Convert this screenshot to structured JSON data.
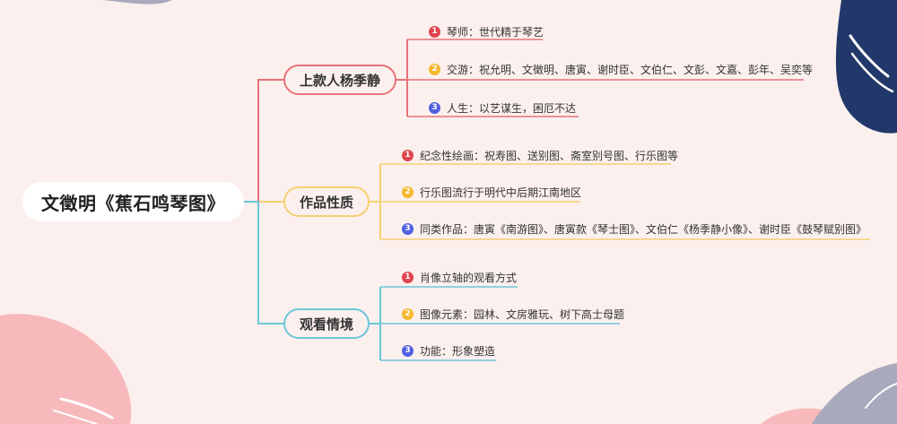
{
  "root": {
    "title": "文徵明《蕉石鸣琴图》"
  },
  "branches": [
    {
      "label": "上款人杨季静",
      "color": "#e87279",
      "leaves": [
        {
          "num": "1",
          "text": "琴师：世代精于琴艺"
        },
        {
          "num": "2",
          "text": "交游：祝允明、文徵明、唐寅、谢时臣、文伯仁、文彭、文嘉、彭年、吴奕等"
        },
        {
          "num": "3",
          "text": "人生：以艺谋生，困厄不达"
        }
      ]
    },
    {
      "label": "作品性质",
      "color": "#f6cf72",
      "leaves": [
        {
          "num": "1",
          "text": "纪念性绘画：祝寿图、送别图、斋室别号图、行乐图等"
        },
        {
          "num": "2",
          "text": "行乐图流行于明代中后期江南地区"
        },
        {
          "num": "3",
          "text": "同类作品：唐寅《南游图》、唐寅款《琴士图》、文伯仁《杨季静小像》、谢时臣《鼓琴赋别图》"
        }
      ]
    },
    {
      "label": "观看情境",
      "color": "#6cc6d9",
      "leaves": [
        {
          "num": "1",
          "text": "肖像立轴的观看方式"
        },
        {
          "num": "2",
          "text": "图像元素：园林、文房雅玩、树下高士母题"
        },
        {
          "num": "3",
          "text": "功能：形象塑造"
        }
      ]
    }
  ]
}
